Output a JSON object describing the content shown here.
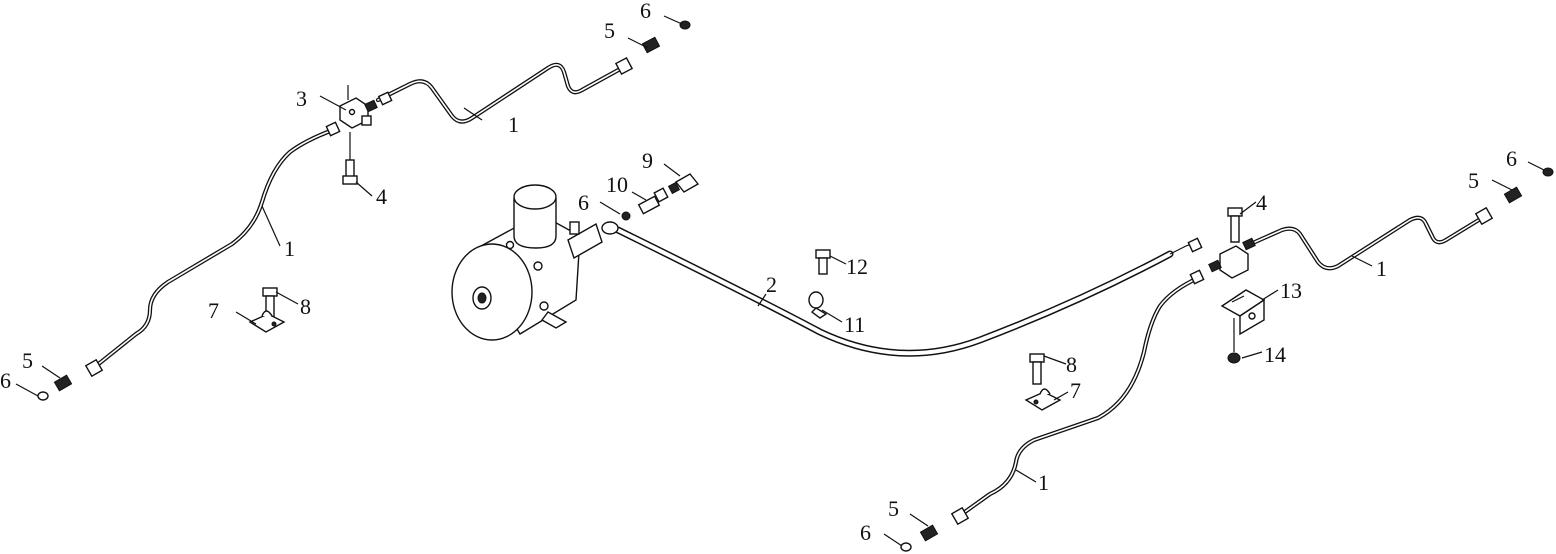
{
  "diagram": {
    "callouts": {
      "c1a": "1",
      "c1b": "1",
      "c1c": "1",
      "c1d": "1",
      "c2": "2",
      "c3": "3",
      "c4a": "4",
      "c4b": "4",
      "c5a": "5",
      "c5b": "5",
      "c5c": "5",
      "c5d": "5",
      "c6a": "6",
      "c6b": "6",
      "c6c": "6",
      "c6d": "6",
      "c6e": "6",
      "c7a": "7",
      "c7b": "7",
      "c8a": "8",
      "c8b": "8",
      "c9": "9",
      "c10": "10",
      "c11": "11",
      "c12": "12",
      "c13": "13",
      "c14": "14"
    }
  }
}
